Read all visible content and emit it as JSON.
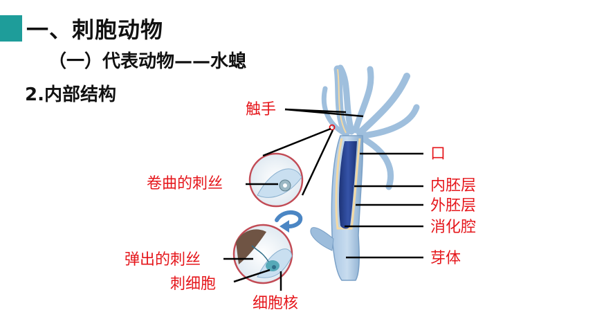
{
  "slide": {
    "title": "一、刺胞动物",
    "subtitle": "（一）代表动物——水螅",
    "section": "2.内部结构"
  },
  "labels": {
    "tentacle": "触手",
    "mouth": "口",
    "endoderm": "内胚层",
    "ectoderm": "外胚层",
    "gastric_cavity": "消化腔",
    "bud": "芽体",
    "coiled_thread": "卷曲的刺丝",
    "ejected_thread": "弹出的刺丝",
    "cnidocyte": "刺细胞",
    "nucleus": "细胞核"
  },
  "colors": {
    "accent": "#1e9d9a",
    "label": "#e5161b",
    "body": "#8fb4d6",
    "cavity": "#233e8a",
    "ectoderm_line": "#f3d9a4"
  }
}
